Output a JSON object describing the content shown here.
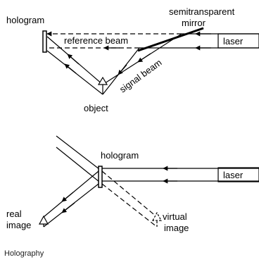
{
  "top": {
    "hologram": "hologram",
    "semitransparent": "semitransparent",
    "mirror": "mirror",
    "laser": "laser",
    "reference_beam": "reference beam",
    "signal_beam": "signal beam",
    "object": "object"
  },
  "bottom": {
    "hologram": "hologram",
    "laser": "laser",
    "real": "real",
    "image_real": "image",
    "virtual": "virtual",
    "image_virtual": "image"
  },
  "caption": "Holography"
}
